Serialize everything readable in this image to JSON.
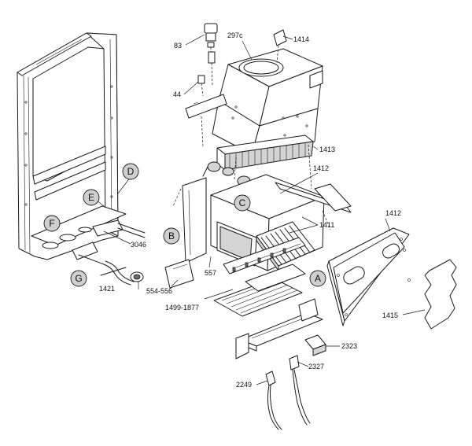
{
  "part_labels": {
    "p83": "83",
    "p297c": "297c",
    "p1414": "1414",
    "p44": "44",
    "p1413": "1413",
    "p1412a": "1412",
    "p1412b": "1412",
    "p1411": "1411",
    "p3046": "3046",
    "p557": "557",
    "p554": "554-556",
    "p1421": "1421",
    "p1499": "1499-1877",
    "p1415": "1415",
    "p2323": "2323",
    "p2327": "2327",
    "p2249": "2249"
  },
  "circle_labels": {
    "A": "A",
    "B": "B",
    "C": "C",
    "D": "D",
    "E": "E",
    "F": "F",
    "G": "G"
  }
}
